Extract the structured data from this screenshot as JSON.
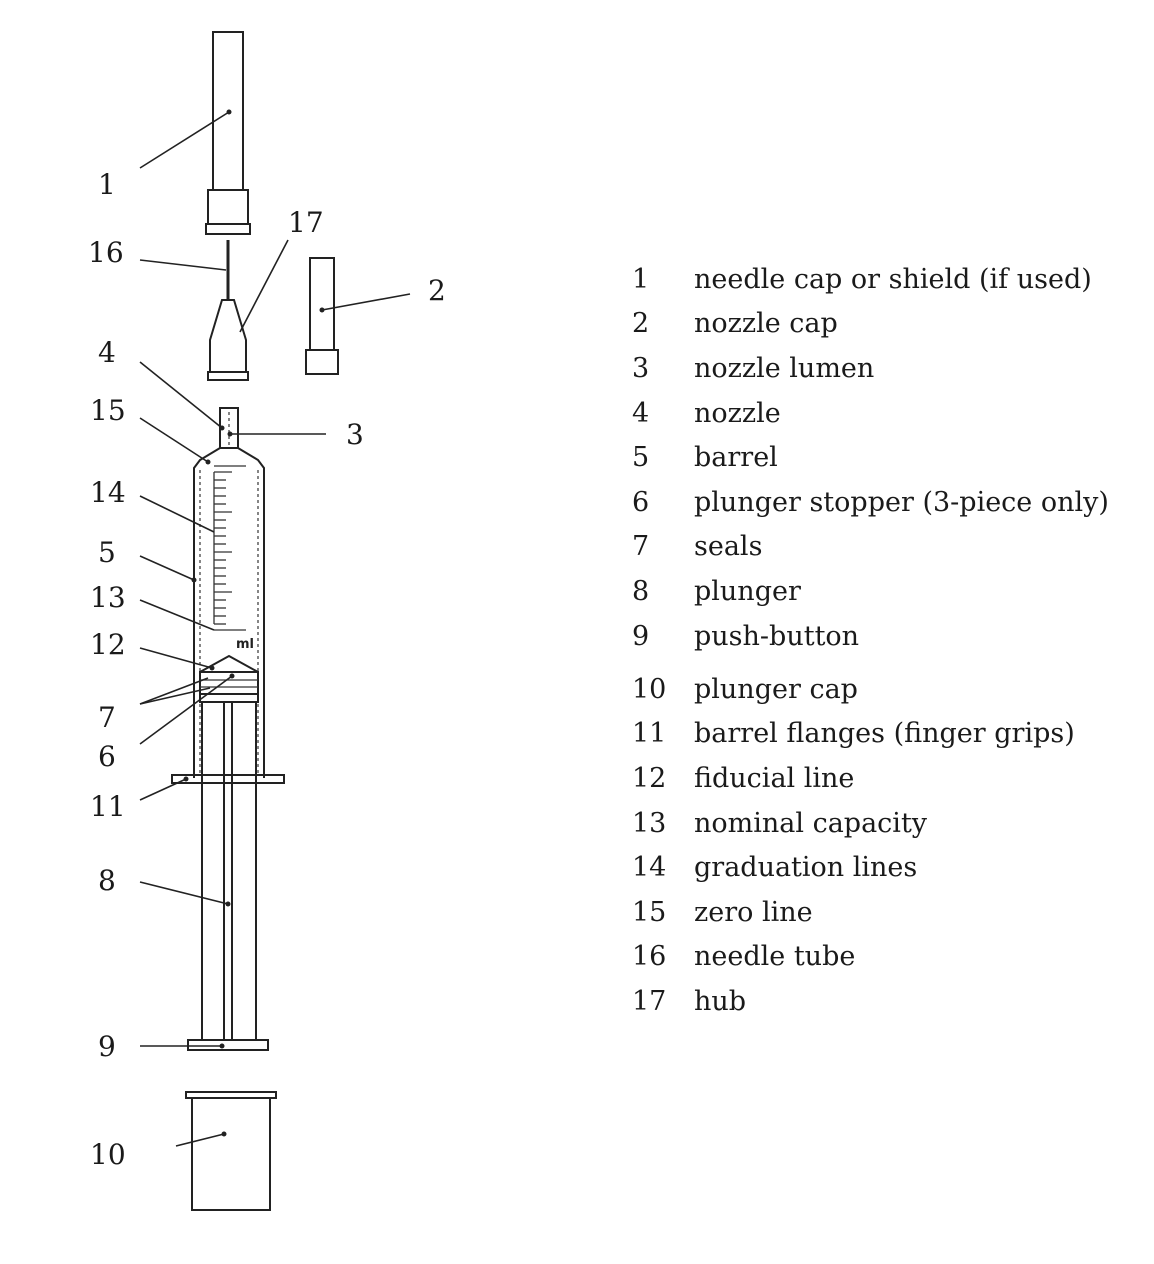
{
  "diagram": {
    "unit_mark": "ml",
    "callouts": [
      "1",
      "16",
      "17",
      "2",
      "4",
      "15",
      "3",
      "14",
      "5",
      "13",
      "12",
      "7",
      "6",
      "11",
      "8",
      "9",
      "10"
    ]
  },
  "legend": [
    {
      "num": "1",
      "label": "needle cap or shield (if used)"
    },
    {
      "num": "2",
      "label": "nozzle cap"
    },
    {
      "num": "3",
      "label": "nozzle lumen"
    },
    {
      "num": "4",
      "label": "nozzle"
    },
    {
      "num": "5",
      "label": "barrel"
    },
    {
      "num": "6",
      "label": "plunger stopper (3-piece only)"
    },
    {
      "num": "7",
      "label": "seals"
    },
    {
      "num": "8",
      "label": "plunger"
    },
    {
      "num": "9",
      "label": "push-button"
    },
    {
      "num": "10",
      "label": "plunger cap"
    },
    {
      "num": "11",
      "label": "barrel flanges (finger grips)"
    },
    {
      "num": "12",
      "label": "fiducial line"
    },
    {
      "num": "13",
      "label": "nominal capacity"
    },
    {
      "num": "14",
      "label": "graduation lines"
    },
    {
      "num": "15",
      "label": "zero line"
    },
    {
      "num": "16",
      "label": "needle tube"
    },
    {
      "num": "17",
      "label": "hub"
    }
  ]
}
